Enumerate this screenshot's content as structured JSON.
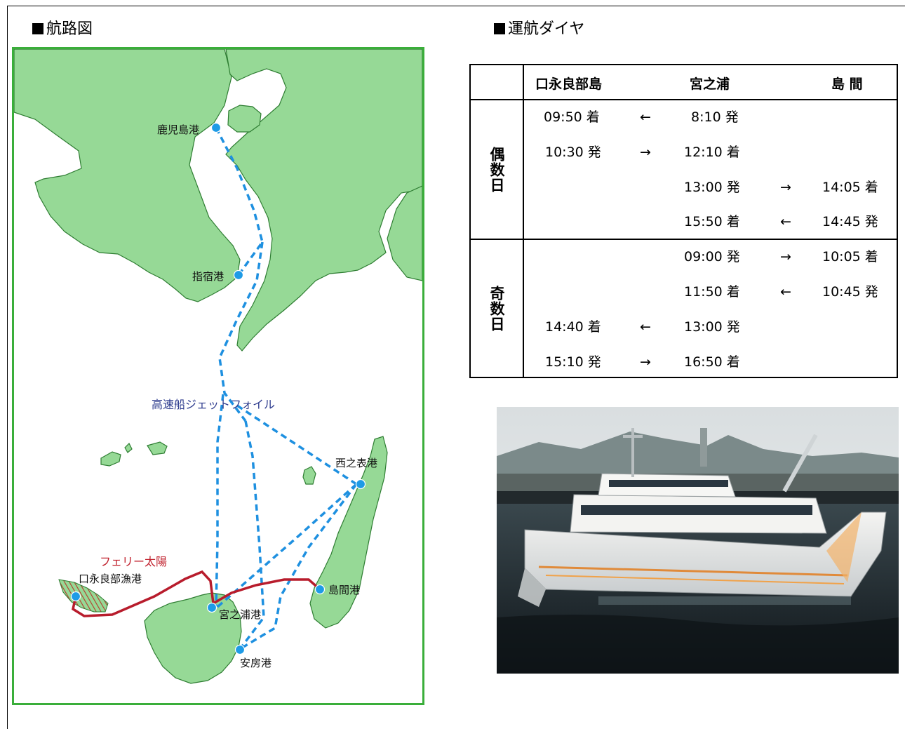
{
  "headings": {
    "route_map": "航路図",
    "timetable": "運航ダイヤ"
  },
  "map": {
    "ports": {
      "kagoshima": "鹿児島港",
      "ibusuki": "指宿港",
      "nishinoomote": "西之表港",
      "shima": "島間港",
      "miyanoura": "宮之浦港",
      "anbo": "安房港",
      "kuchinoerabu": "口永良部漁港"
    },
    "routes": {
      "jetfoil": "高速船ジェットフォイル",
      "ferry": "フェリー太陽"
    },
    "colors": {
      "land": "#96d996",
      "land_edge": "#2e7d32",
      "border": "#3aae3a",
      "jetfoil": "#1e90e0",
      "ferry": "#b81c2c",
      "port": "#1e9be6"
    }
  },
  "timetable": {
    "columns": [
      "口永良部島",
      "宮之浦",
      "島 間"
    ],
    "groups": [
      {
        "label": "偶数日",
        "rows": [
          {
            "c1": "09:50 着",
            "a1": "←",
            "c2": "8:10 発",
            "a2": "",
            "c3": ""
          },
          {
            "c1": "10:30 発",
            "a1": "→",
            "c2": "12:10 着",
            "a2": "",
            "c3": ""
          },
          {
            "c1": "",
            "a1": "",
            "c2": "13:00 発",
            "a2": "→",
            "c3": "14:05 着"
          },
          {
            "c1": "",
            "a1": "",
            "c2": "15:50 着",
            "a2": "←",
            "c3": "14:45 発"
          }
        ]
      },
      {
        "label": "奇数日",
        "rows": [
          {
            "c1": "",
            "a1": "",
            "c2": "09:00 発",
            "a2": "→",
            "c3": "10:05 着"
          },
          {
            "c1": "",
            "a1": "",
            "c2": "11:50 着",
            "a2": "←",
            "c3": "10:45 発"
          },
          {
            "c1": "14:40 着",
            "a1": "←",
            "c2": "13:00 発",
            "a2": "",
            "c3": ""
          },
          {
            "c1": "15:10 発",
            "a1": "→",
            "c2": "16:50 着",
            "a2": "",
            "c3": ""
          }
        ]
      }
    ]
  }
}
